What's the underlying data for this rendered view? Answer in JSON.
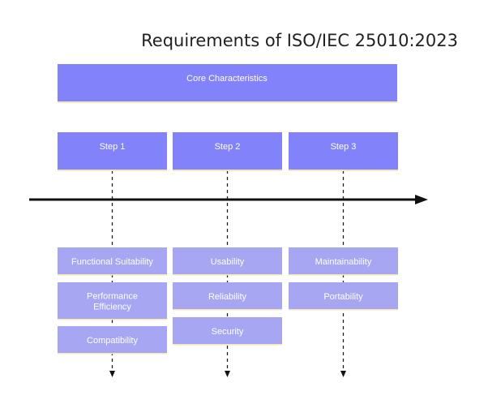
{
  "title": "Requirements of ISO/IEC 25010:2023",
  "header": {
    "label": "Core Characteristics"
  },
  "steps": [
    {
      "label": "Step 1"
    },
    {
      "label": "Step 2"
    },
    {
      "label": "Step 3"
    }
  ],
  "columns": [
    {
      "items": [
        "Functional Suitability",
        "Performance\nEfficiency",
        "Compatibility"
      ]
    },
    {
      "items": [
        "Usability",
        "Reliability",
        "Security"
      ]
    },
    {
      "items": [
        "Maintainability",
        "Portability"
      ]
    }
  ],
  "colors": {
    "header_fill": "#8282fa",
    "step_fill": "#8282fa",
    "item_fill": "#a6a6f2",
    "underline": "#f5e7b3",
    "axis": "#111111"
  }
}
